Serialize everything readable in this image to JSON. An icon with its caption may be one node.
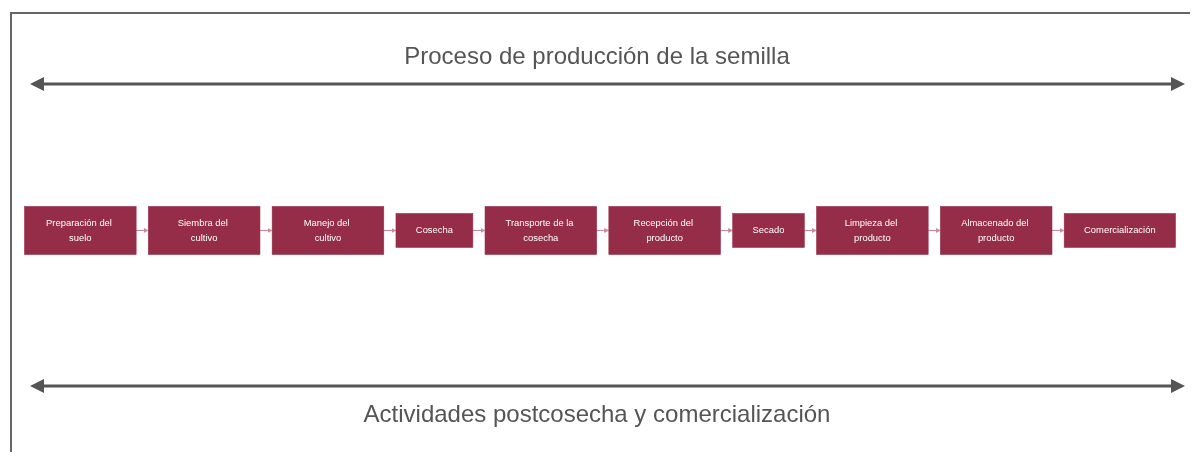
{
  "diagram": {
    "nodes": [
      {
        "text": [
          "Preparación del suelo"
        ]
      },
      {
        "text": [
          "Siembra del cultivo"
        ]
      },
      {
        "text": [
          "Manejo del cultivo"
        ]
      },
      {
        "text": [
          "Cosecha"
        ]
      },
      {
        "text": [
          "Transporte de la cosecha"
        ]
      },
      {
        "text": [
          "Recepción del producto"
        ]
      },
      {
        "text": [
          "Secado"
        ]
      },
      {
        "text": [
          "Limpieza del producto"
        ]
      },
      {
        "text": [
          "Almacenado del producto"
        ]
      },
      {
        "text": [
          "Comercialización"
        ]
      }
    ],
    "edges": [
      {
        "from": 0,
        "to": 1,
        "arrow": "to"
      },
      {
        "from": 1,
        "to": 2,
        "arrow": "to"
      },
      {
        "from": 2,
        "to": 3,
        "arrow": "to"
      },
      {
        "from": 3,
        "to": 4,
        "arrow": "to"
      },
      {
        "from": 4,
        "to": 5,
        "arrow": "to"
      },
      {
        "from": 5,
        "to": 6,
        "arrow": "to"
      },
      {
        "from": 6,
        "to": 7,
        "arrow": "to"
      },
      {
        "from": 7,
        "to": 8,
        "arrow": "to"
      },
      {
        "from": 8,
        "to": 9,
        "arrow": "to"
      }
    ],
    "labels": [
      "Proceso de producción de la semilla",
      "Actividades postcosecha y comercialización"
    ]
  }
}
